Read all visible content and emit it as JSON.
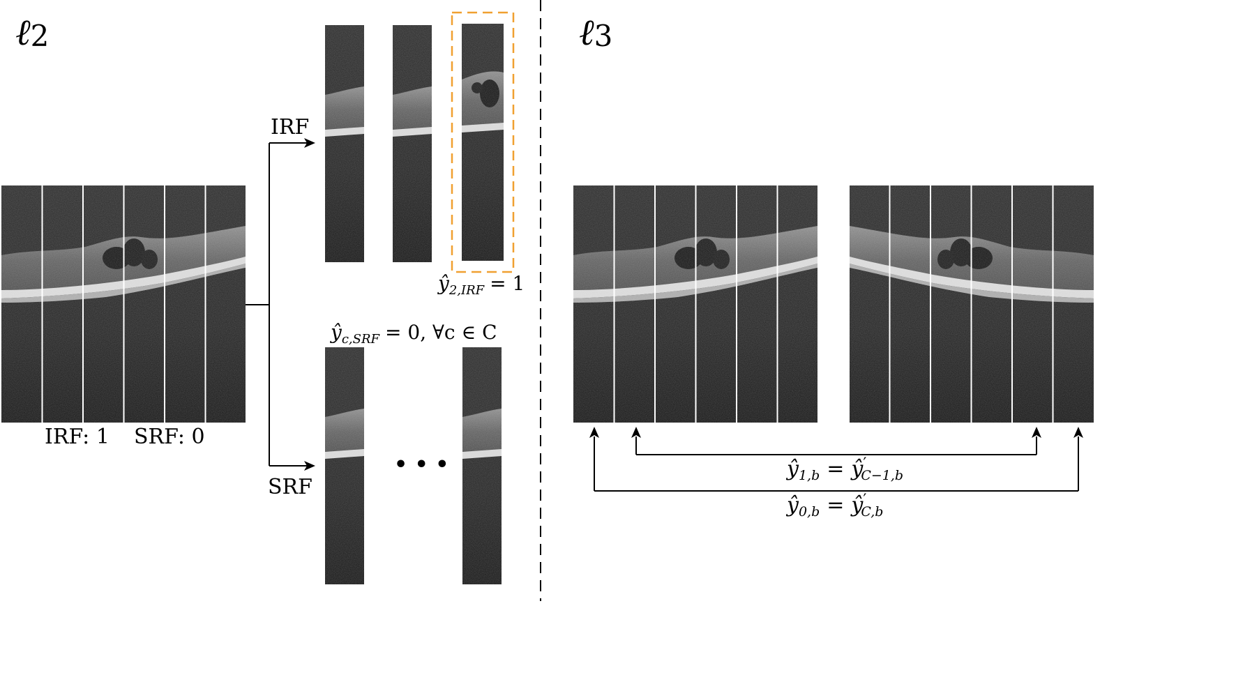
{
  "panels": {
    "left": {
      "title_base": "ℓ",
      "title_sub": "2",
      "branch_irf_label": "IRF",
      "branch_srf_label": "SRF",
      "scan_label_irf": "IRF: 1",
      "scan_label_srf": "SRF: 0",
      "highlight_label": {
        "y": "ŷ",
        "sub": "2,IRF",
        "rhs": "= 1"
      },
      "srf_label": {
        "y": "ŷ",
        "sub": "c,SRF",
        "rhs": "= 0, ∀c ∈ C"
      },
      "ellipsis": "• • •"
    },
    "right": {
      "title_base": "ℓ",
      "title_sub": "3",
      "eq_inner": {
        "lhs_y": "ŷ",
        "lhs_sub": "1,b",
        "eq": "=",
        "rhs_y": "ŷ",
        "rhs_prime": "′",
        "rhs_sub": "C−1,b"
      },
      "eq_outer": {
        "lhs_y": "ŷ",
        "lhs_sub": "0,b",
        "eq": "=",
        "rhs_y": "ŷ",
        "rhs_prime": "′",
        "rhs_sub": "C,b"
      }
    }
  },
  "colors": {
    "highlight": "#f0a030",
    "scan_bg": "#1c1c1c",
    "ink": "#000000",
    "divider": "#ffffff"
  },
  "icons": [
    "arrow-right-icon",
    "arrow-up-icon"
  ]
}
